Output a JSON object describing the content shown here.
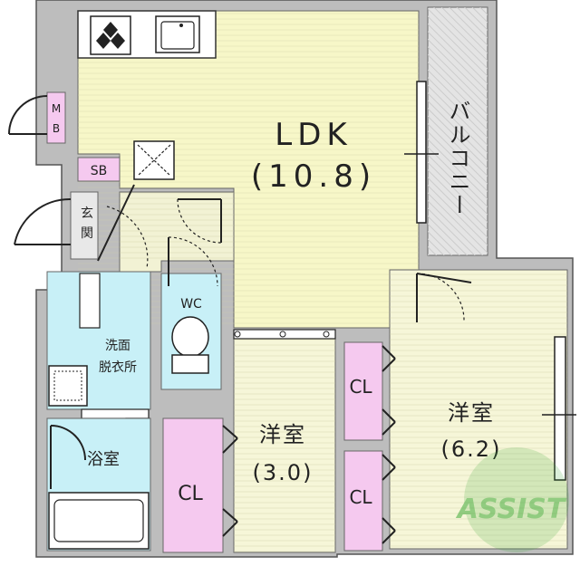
{
  "rooms": {
    "ldk_name": "LDK",
    "ldk_size": "(10.8)",
    "balcony": "バルコニー",
    "western1_name": "洋室",
    "western1_size": "(3.0)",
    "western2_name": "洋室",
    "western2_size": "(6.2)",
    "wc": "WC",
    "washroom_line1": "洗面",
    "washroom_line2": "脱衣所",
    "bath": "浴室",
    "entrance": "玄関",
    "mb": "MB",
    "sb": "SB",
    "cl_left": "CL",
    "cl_right_top": "CL",
    "cl_right_bottom": "CL"
  },
  "logo": {
    "text": "ASSIST"
  },
  "colors": {
    "ldk": "#f7f7c8",
    "western": "#f6f6d8",
    "balcony": "#e4e4e4",
    "closet": "#f5c9ef",
    "wet_area": "#c8f0f7",
    "hallway": "#f2f2d4",
    "wall": "#bdbdbd",
    "logo_green": "#3faa3a"
  },
  "icons": [
    "stove-icon",
    "sink-icon",
    "fridge-space-icon",
    "toilet-icon",
    "washing-machine-icon",
    "bathtub-icon",
    "door-swing-icon"
  ]
}
